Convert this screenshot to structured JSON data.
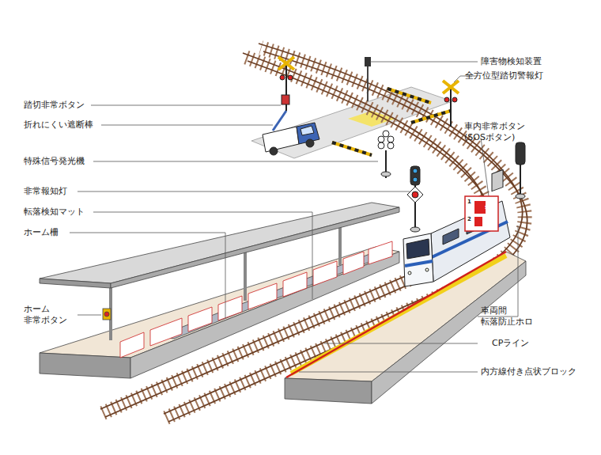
{
  "diagram": {
    "labels": [
      "障害物検知装置",
      "全方位型踏切警報灯",
      "踏切非常ボタン",
      "折れにくい遮断棒",
      "車内非常ボタン (SOSボタン)",
      "1",
      "SOS",
      "2",
      "特殊信号発光機",
      "非常報知灯",
      "転落検知マット",
      "ホーム柵",
      "ホーム 非常ボタン",
      "車両間 転落防止ホロ",
      "CPライン",
      "内方線付き点状ブロック"
    ]
  }
}
